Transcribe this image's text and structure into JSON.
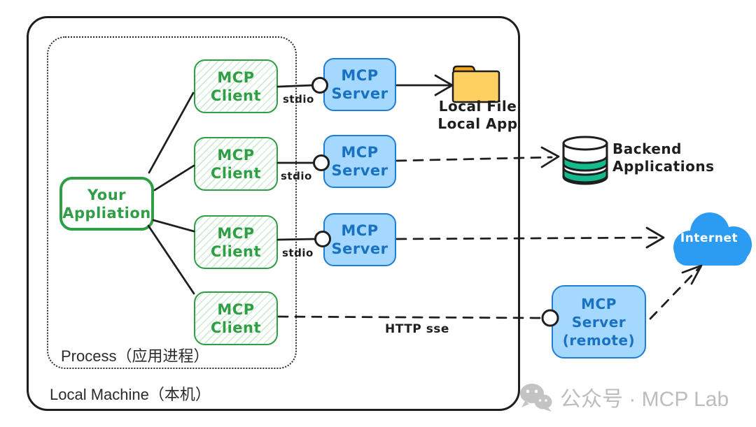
{
  "containers": {
    "local_machine_label": "Local Machine（本机）",
    "process_label": "Process（应用进程）"
  },
  "app_box": {
    "line1": "Your",
    "line2": "Appliation"
  },
  "client_box": {
    "line1": "MCP",
    "line2": "Client"
  },
  "server_box": {
    "line1": "MCP",
    "line2": "Server"
  },
  "remote_server_box": {
    "line1": "MCP",
    "line2": "Server",
    "line3": "(remote)"
  },
  "connection_labels": {
    "stdio": "stdio",
    "http_sse": "HTTP sse"
  },
  "folder": {
    "line1": "Local File",
    "line2": "Local App"
  },
  "database": {
    "line1": "Backend",
    "line2": "Applications"
  },
  "cloud": {
    "label": "Internet"
  },
  "watermark": {
    "text": "公众号 · MCP Lab"
  },
  "icons": {
    "folder": "folder-icon",
    "database": "database-icon",
    "cloud": "cloud-icon",
    "wechat": "wechat-icon"
  },
  "colors": {
    "ink": "#1e1e1e",
    "green": "#2f9e44",
    "green_hatch": "#cdecd4",
    "blue_stroke": "#1c7ed6",
    "blue_fill": "#a5d8ff",
    "blue_text": "#1971c2",
    "cloud_blue": "#2b9cf2",
    "db_green": "#14b98c",
    "folder_tab": "#f6a71d",
    "folder_body": "#fcd162",
    "watermark_gray": "#bdbdbd"
  }
}
